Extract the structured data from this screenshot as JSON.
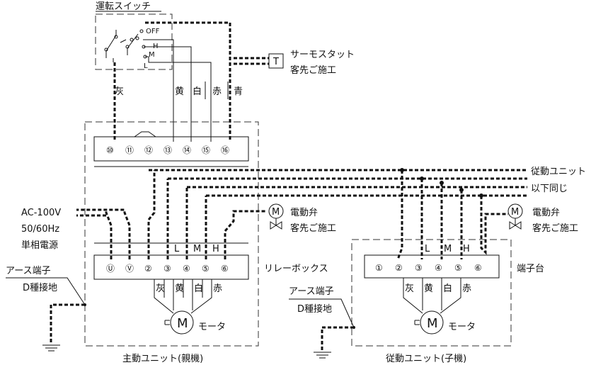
{
  "switch": {
    "title": "運転スイッチ",
    "off": "OFF",
    "h": "H",
    "m": "M",
    "l": "L"
  },
  "thermostat": {
    "symbol": "T",
    "name": "サーモスタット",
    "note": "客先ご施工"
  },
  "wire_colors": {
    "gray": "灰",
    "yellow": "黄",
    "white": "白",
    "red": "赤",
    "blue": "青"
  },
  "main_unit": {
    "top_terminals": [
      "⑩",
      "⑪",
      "⑫",
      "⑬",
      "⑭",
      "⑮",
      "⑯"
    ],
    "bottom_terminals": [
      "Ⓤ",
      "Ⓥ",
      "②",
      "③",
      "④",
      "⑤",
      "⑥"
    ],
    "speed_labels": [
      "L",
      "M",
      "H"
    ],
    "relay_box": "リレーボックス",
    "caption": "主動ユニット(親機)"
  },
  "power": {
    "voltage": "AC-100V",
    "freq": "50/60Hz",
    "phase": "単相電源"
  },
  "earth": {
    "terminal": "アース端子",
    "ground": "D種接地"
  },
  "valve": {
    "symbol": "M",
    "name": "電動弁",
    "note": "客先ご施工"
  },
  "slave_note": {
    "line1": "従動ユニット",
    "line2": "以下同じ"
  },
  "slave_unit": {
    "terminals": [
      "①",
      "②",
      "③",
      "④",
      "⑤",
      "⑥"
    ],
    "speed_labels": [
      "L",
      "M",
      "H"
    ],
    "block": "端子台",
    "caption": "従動ユニット(子機)"
  },
  "motor": {
    "symbol": "M",
    "label": "モータ"
  }
}
